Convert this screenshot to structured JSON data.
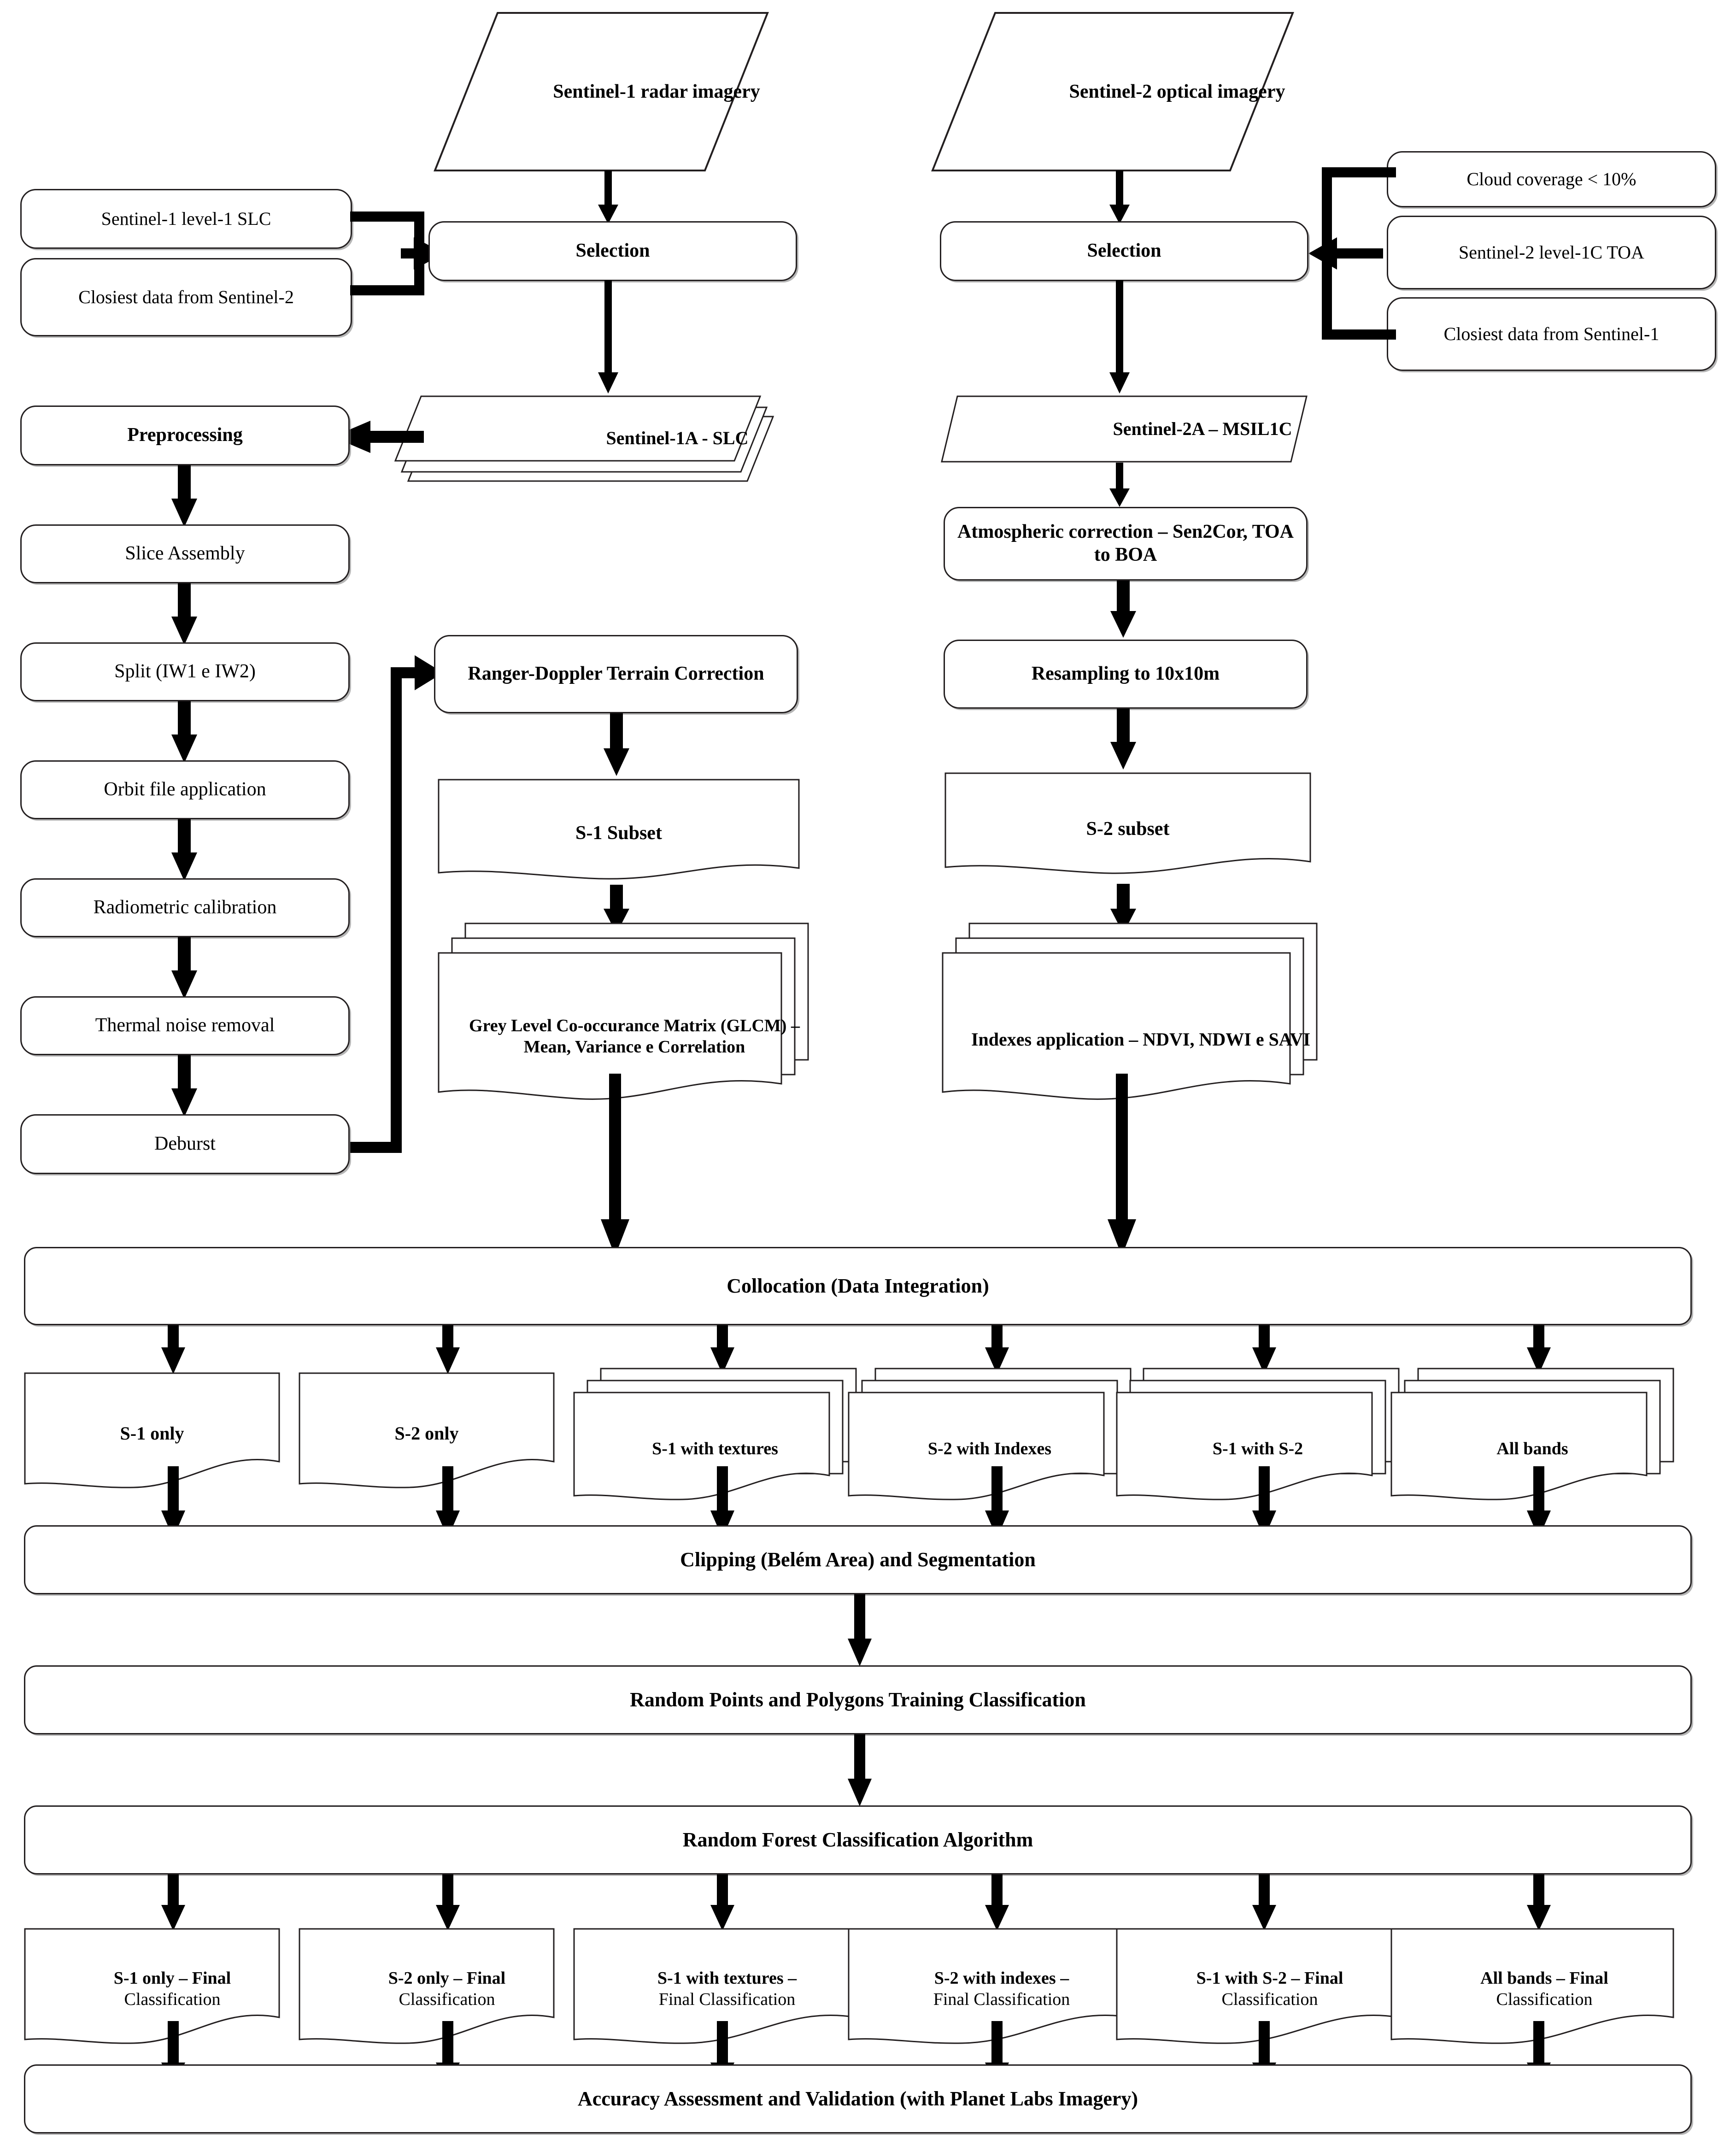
{
  "diagram": {
    "title": "Sentinel-1 / Sentinel-2 Random Forest classification workflow",
    "colors": {
      "stroke": "#231f20",
      "fill": "#ffffff",
      "shadow": "#787878"
    }
  },
  "inputs": {
    "s1_imagery": "Sentinel-1 radar imagery",
    "s2_imagery": "Sentinel-2 optical imagery"
  },
  "selection": {
    "s1_label": "Selection",
    "s2_label": "Selection",
    "s1_criteria": [
      "Sentinel-1 level-1 SLC",
      "Closiest data from Sentinel-2"
    ],
    "s2_criteria": [
      "Cloud coverage < 10%",
      "Sentinel-2 level-1C TOA",
      "Closiest data from Sentinel-1"
    ]
  },
  "products": {
    "s1_product": "Sentinel-1A - SLC",
    "s2_product": "Sentinel-2A – MSIL1C"
  },
  "s1_chain": {
    "header": "Preprocessing",
    "steps": [
      "Slice Assembly",
      "Split (IW1 e IW2)",
      "Orbit file application",
      "Radiometric calibration",
      "Thermal noise removal",
      "Deburst"
    ]
  },
  "s1_chain2": {
    "terrain_correction": "Ranger-Doppler Terrain Correction",
    "subset": "S-1 Subset",
    "glcm": "Grey Level Co-occurance Matrix (GLCM) – Mean, Variance e Correlation"
  },
  "s2_chain": {
    "atmospheric": "Atmospheric correction – Sen2Cor, TOA to BOA",
    "resampling": "Resampling to 10x10m",
    "subset": "S-2 subset",
    "indexes": "Indexes application – NDVI, NDWI e SAVI"
  },
  "collocation": {
    "label": "Collocation (Data Integration)"
  },
  "datasets": [
    {
      "label": "S-1 only",
      "stacked": false
    },
    {
      "label": "S-2 only",
      "stacked": false
    },
    {
      "label": "S-1 with textures",
      "stacked": true
    },
    {
      "label": "S-2 with Indexes",
      "stacked": true
    },
    {
      "label": "S-1 with S-2",
      "stacked": true
    },
    {
      "label": "All bands",
      "stacked": true
    }
  ],
  "stages": {
    "clipping": "Clipping (Belém Area) and Segmentation",
    "training": "Random Points and Polygons Training Classification",
    "classifier": "Random Forest Classification Algorithm",
    "accuracy": "Accuracy Assessment and Validation (with Planet Labs Imagery)"
  },
  "final_classifications": [
    {
      "bold": "S-1 only – Final",
      "rest": "Classification"
    },
    {
      "bold": "S-2 only – Final",
      "rest": "Classification"
    },
    {
      "bold": "S-1 with textures –",
      "rest": "Final Classification"
    },
    {
      "bold": "S-2 with indexes –",
      "rest": "Final Classification"
    },
    {
      "bold": "S-1 with S-2 – Final",
      "rest": "Classification"
    },
    {
      "bold": "All bands – Final",
      "rest": "Classification"
    }
  ]
}
